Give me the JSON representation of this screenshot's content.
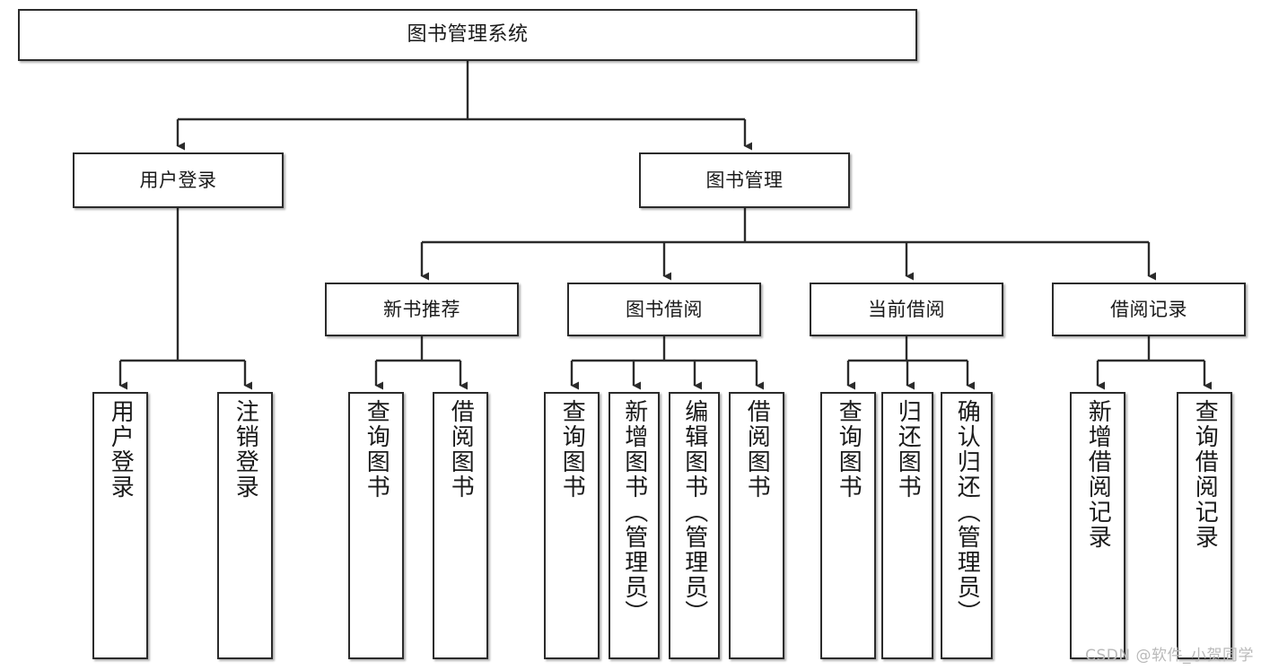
{
  "diagram": {
    "title": "图书管理系统",
    "type": "tree",
    "orientation": "top-down",
    "line_color": "#2b2b2b",
    "box_fill": "#ffffff",
    "text_color": "#1a1a1a",
    "watermark": "CSDN @软件_小贺同学"
  },
  "nodes": {
    "root": {
      "label": "图书管理系统"
    },
    "level2": [
      {
        "label": "用户登录"
      },
      {
        "label": "图书管理"
      }
    ],
    "level3": [
      {
        "label": "新书推荐"
      },
      {
        "label": "图书借阅"
      },
      {
        "label": "当前借阅"
      },
      {
        "label": "借阅记录"
      }
    ],
    "leaves": {
      "user_login": [
        {
          "label": "用户登录"
        },
        {
          "label": "注销登录"
        }
      ],
      "new_book_recommend": [
        {
          "label": "查询图书"
        },
        {
          "label": "借阅图书"
        }
      ],
      "book_borrow": [
        {
          "label": "查询图书"
        },
        {
          "label": "新增图书（管理员）"
        },
        {
          "label": "编辑图书（管理员）"
        },
        {
          "label": "借阅图书"
        }
      ],
      "current_borrow": [
        {
          "label": "查询图书"
        },
        {
          "label": "归还图书"
        },
        {
          "label": "确认归还（管理员）"
        }
      ],
      "borrow_record": [
        {
          "label": "新增借阅记录"
        },
        {
          "label": "查询借阅记录"
        }
      ]
    }
  },
  "chart_data": {
    "type": "tree",
    "title": "图书管理系统",
    "hierarchy": [
      {
        "label": "图书管理系统",
        "children": [
          {
            "label": "用户登录",
            "children": [
              {
                "label": "用户登录"
              },
              {
                "label": "注销登录"
              }
            ]
          },
          {
            "label": "图书管理",
            "children": [
              {
                "label": "新书推荐",
                "children": [
                  {
                    "label": "查询图书"
                  },
                  {
                    "label": "借阅图书"
                  }
                ]
              },
              {
                "label": "图书借阅",
                "children": [
                  {
                    "label": "查询图书"
                  },
                  {
                    "label": "新增图书（管理员）"
                  },
                  {
                    "label": "编辑图书（管理员）"
                  },
                  {
                    "label": "借阅图书"
                  }
                ]
              },
              {
                "label": "当前借阅",
                "children": [
                  {
                    "label": "查询图书"
                  },
                  {
                    "label": "归还图书"
                  },
                  {
                    "label": "确认归还（管理员）"
                  }
                ]
              },
              {
                "label": "借阅记录",
                "children": [
                  {
                    "label": "新增借阅记录"
                  },
                  {
                    "label": "查询借阅记录"
                  }
                ]
              }
            ]
          }
        ]
      }
    ]
  }
}
